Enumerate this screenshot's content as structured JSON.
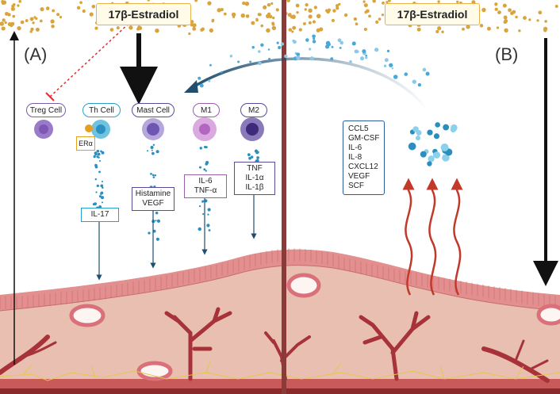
{
  "estradiol": {
    "label": "17β-Estradiol"
  },
  "panels": {
    "a": "(A)",
    "b": "(B)"
  },
  "cells": [
    {
      "label": "Treg Cell",
      "border": "#7a5fa8"
    },
    {
      "label": "Th Cell",
      "border": "#2aa0c8"
    },
    {
      "label": "Mast Cell",
      "border": "#5a4a9a"
    },
    {
      "label": "M1",
      "border": "#9a5fa8"
    },
    {
      "label": "M2",
      "border": "#5a4a9a"
    }
  ],
  "receptor": {
    "label": "ERα"
  },
  "mediators": {
    "th": [
      "IL-17"
    ],
    "mast": [
      "Histamine",
      "VEGF"
    ],
    "m1": [
      "IL-6",
      "TNF-α"
    ],
    "m2": [
      "TNF",
      "IL-1α",
      "IL-1β"
    ]
  },
  "cytokines": [
    "CCL5",
    "GM-CSF",
    "IL-6",
    "IL-8",
    "CXCL12",
    "VEGF",
    "SCF"
  ],
  "colors": {
    "hormone_dots": "#d9a43c",
    "tissue": "#e8bfb0",
    "epithelium": "#e38f8f",
    "vessel": "#a8323a",
    "arrow_dark": "#1f4e6e",
    "heat_arrow": "#c0392b",
    "divider": "#8b3a3a"
  }
}
